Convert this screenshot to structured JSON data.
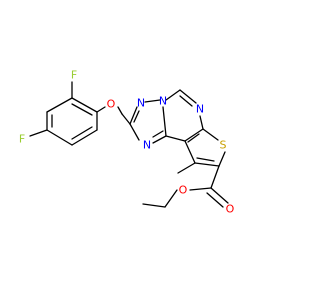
{
  "molecule": {
    "atom_labels": {
      "f_top": "F",
      "f_left": "F",
      "o_ether": "O",
      "n_triazole_top": "N",
      "n_triazole_bridge": "N",
      "n_triazole_low": "N",
      "n_pyrimidine": "N",
      "s_thiophene": "S",
      "o_carbonyl": "O",
      "o_ester": "O"
    },
    "colors": {
      "bond": "#000000",
      "fluorine": "#9acd32",
      "oxygen": "#ff0000",
      "nitrogen": "#0000ff",
      "sulfur": "#c8a000"
    }
  }
}
